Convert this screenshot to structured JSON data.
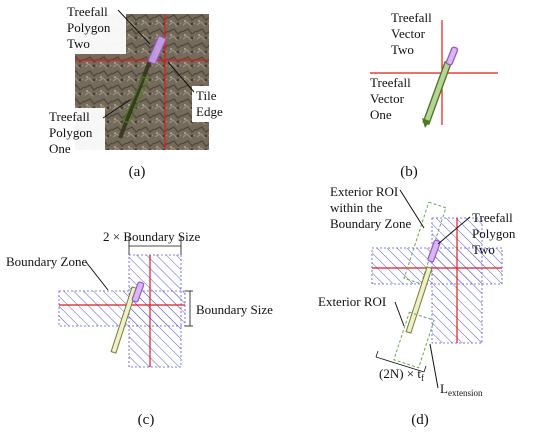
{
  "colors": {
    "red_line": "#e21b1b",
    "hatch": "#5a5ae0",
    "vector_green": "#4c7a1e",
    "polygon_purple": "#9a55c8",
    "roi_green": "#6aa84f",
    "leader": "#111111"
  },
  "panel_a": {
    "label_polygon_two": [
      "Treefall",
      "Polygon",
      "Two"
    ],
    "label_polygon_one": [
      "Treefall",
      "Polygon",
      "One"
    ],
    "label_tile_edge": [
      "Tile",
      "Edge"
    ],
    "caption": "(a)"
  },
  "panel_b": {
    "label_vector_two": [
      "Treefall",
      "Vector",
      "Two"
    ],
    "label_vector_one": [
      "Treefall",
      "Vector",
      "One"
    ],
    "caption": "(b)"
  },
  "panel_c": {
    "label_boundary_width": "2 × Boundary Size",
    "label_boundary_zone": "Boundary Zone",
    "label_boundary_size": "Boundary Size",
    "caption": "(c)"
  },
  "panel_d": {
    "label_exterior_roi_within": [
      "Exterior ROI",
      "within the",
      "Boundary Zone"
    ],
    "label_polygon_two": [
      "Treefall",
      "Polygon",
      "Two"
    ],
    "label_exterior_roi": "Exterior ROI",
    "label_width_formula": "(2N) × t",
    "label_width_sub": "f",
    "label_extension": "L",
    "label_extension_sub": "extension",
    "caption": "(d)"
  }
}
